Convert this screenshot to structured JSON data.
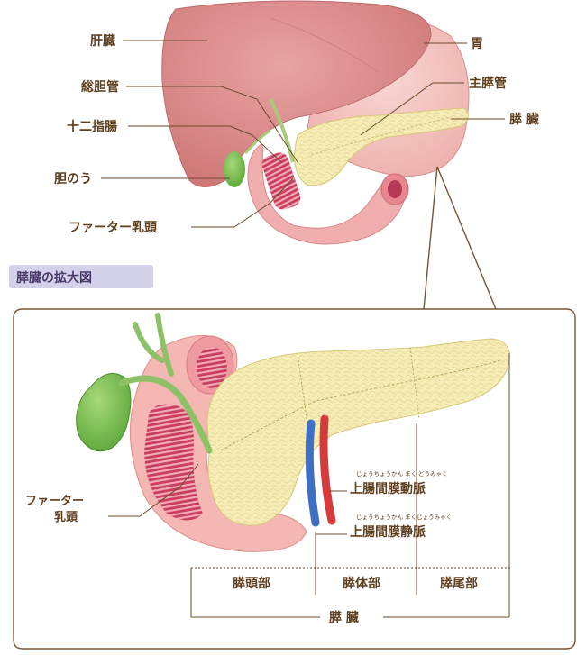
{
  "labels": {
    "liver": "肝臓",
    "stomach": "胃",
    "common_bile_duct": "総胆管",
    "main_pancreatic_duct": "主膵管",
    "duodenum": "十二指腸",
    "pancreas_top": "膵 臓",
    "gallbladder": "胆のう",
    "papilla_top": "ファーター乳頭"
  },
  "section": {
    "title": "膵臓の拡大図"
  },
  "detail": {
    "papilla_line1": "ファーター",
    "papilla_line2": "乳頭",
    "sma": "上腸間膜動脈",
    "sma_ruby": "じょうちょうかん まく どうみゃく",
    "smv": "上腸間膜静脈",
    "smv_ruby": "じょうちょうかん まくじょうみゃく",
    "head": "膵頭部",
    "body": "膵体部",
    "tail": "膵尾部",
    "pancreas": "膵 臓"
  },
  "colors": {
    "liver": "#d98a8a",
    "stomach": "#f1c0bd",
    "pancreas": "#f6edb6",
    "gallbladder": "#7fbf55",
    "artery": "#d63a3a",
    "vein": "#3f6fc4",
    "label": "#5e3f1f"
  }
}
